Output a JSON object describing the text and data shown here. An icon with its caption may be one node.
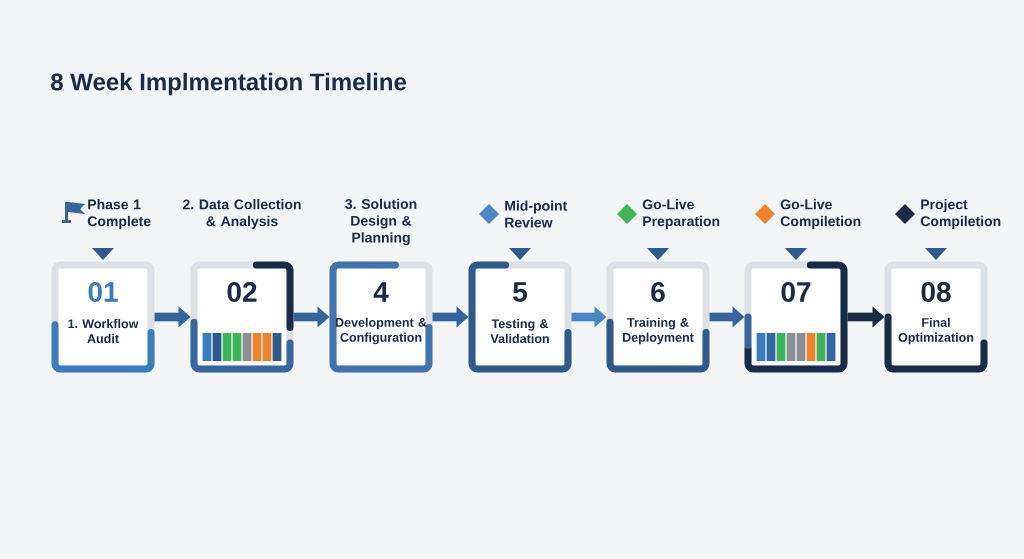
{
  "diagram": {
    "title": "8 Week Implmentation Timeline",
    "nodes": [
      {
        "text": [
          "01",
          "1. Workflow Audit"
        ],
        "beside": [
          "Phase 1 Complete"
        ]
      },
      {
        "text": [
          "02"
        ],
        "beside": [
          "2. Data Collection & Analysis"
        ]
      },
      {
        "text": [
          "4",
          "Development & Configuration"
        ],
        "beside": [
          "3. Solution Design & Planning"
        ]
      },
      {
        "text": [
          "5",
          "Testing & Validation"
        ],
        "beside": [
          "Mid-point Review"
        ]
      },
      {
        "text": [
          "6",
          "Training & Deployment"
        ],
        "beside": [
          "Go-Live Preparation"
        ]
      },
      {
        "text": [
          "07"
        ],
        "beside": [
          "Go-Live Compiletion"
        ]
      },
      {
        "text": [
          "08",
          "Final Optimization"
        ],
        "beside": [
          "Project Compiletion"
        ]
      }
    ],
    "edges": [
      {
        "from": 0,
        "to": 1,
        "arrow": "to"
      },
      {
        "from": 1,
        "to": 2,
        "arrow": "to"
      },
      {
        "from": 2,
        "to": 3,
        "arrow": "to"
      },
      {
        "from": 3,
        "to": 4,
        "arrow": "to",
        "color": "#4a86c5"
      },
      {
        "from": 4,
        "to": 5,
        "arrow": "to"
      },
      {
        "from": 5,
        "to": 6,
        "arrow": "to",
        "color": "#1a2b45"
      }
    ]
  }
}
